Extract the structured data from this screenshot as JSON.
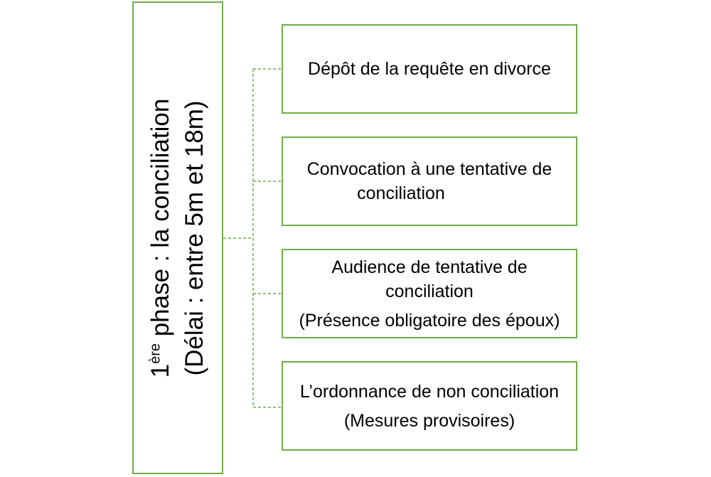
{
  "main_phase": {
    "prefix": "1",
    "superscript": "ère",
    "title_suffix": " phase : la conciliation",
    "delay": "(Délai : entre 5m et 18m)"
  },
  "steps": [
    {
      "lines": [
        "Dépôt de la requête en divorce"
      ]
    },
    {
      "lines": [
        "Convocation à une tentative de",
        "conciliation"
      ]
    },
    {
      "lines": [
        "Audience de tentative de",
        "conciliation",
        "(Présence obligatoire des époux)"
      ]
    },
    {
      "lines": [
        "L’ordonnance de non conciliation",
        "(Mesures provisoires)"
      ]
    }
  ],
  "colors": {
    "border": "#70ad47",
    "text": "#000000",
    "background": "#ffffff"
  }
}
